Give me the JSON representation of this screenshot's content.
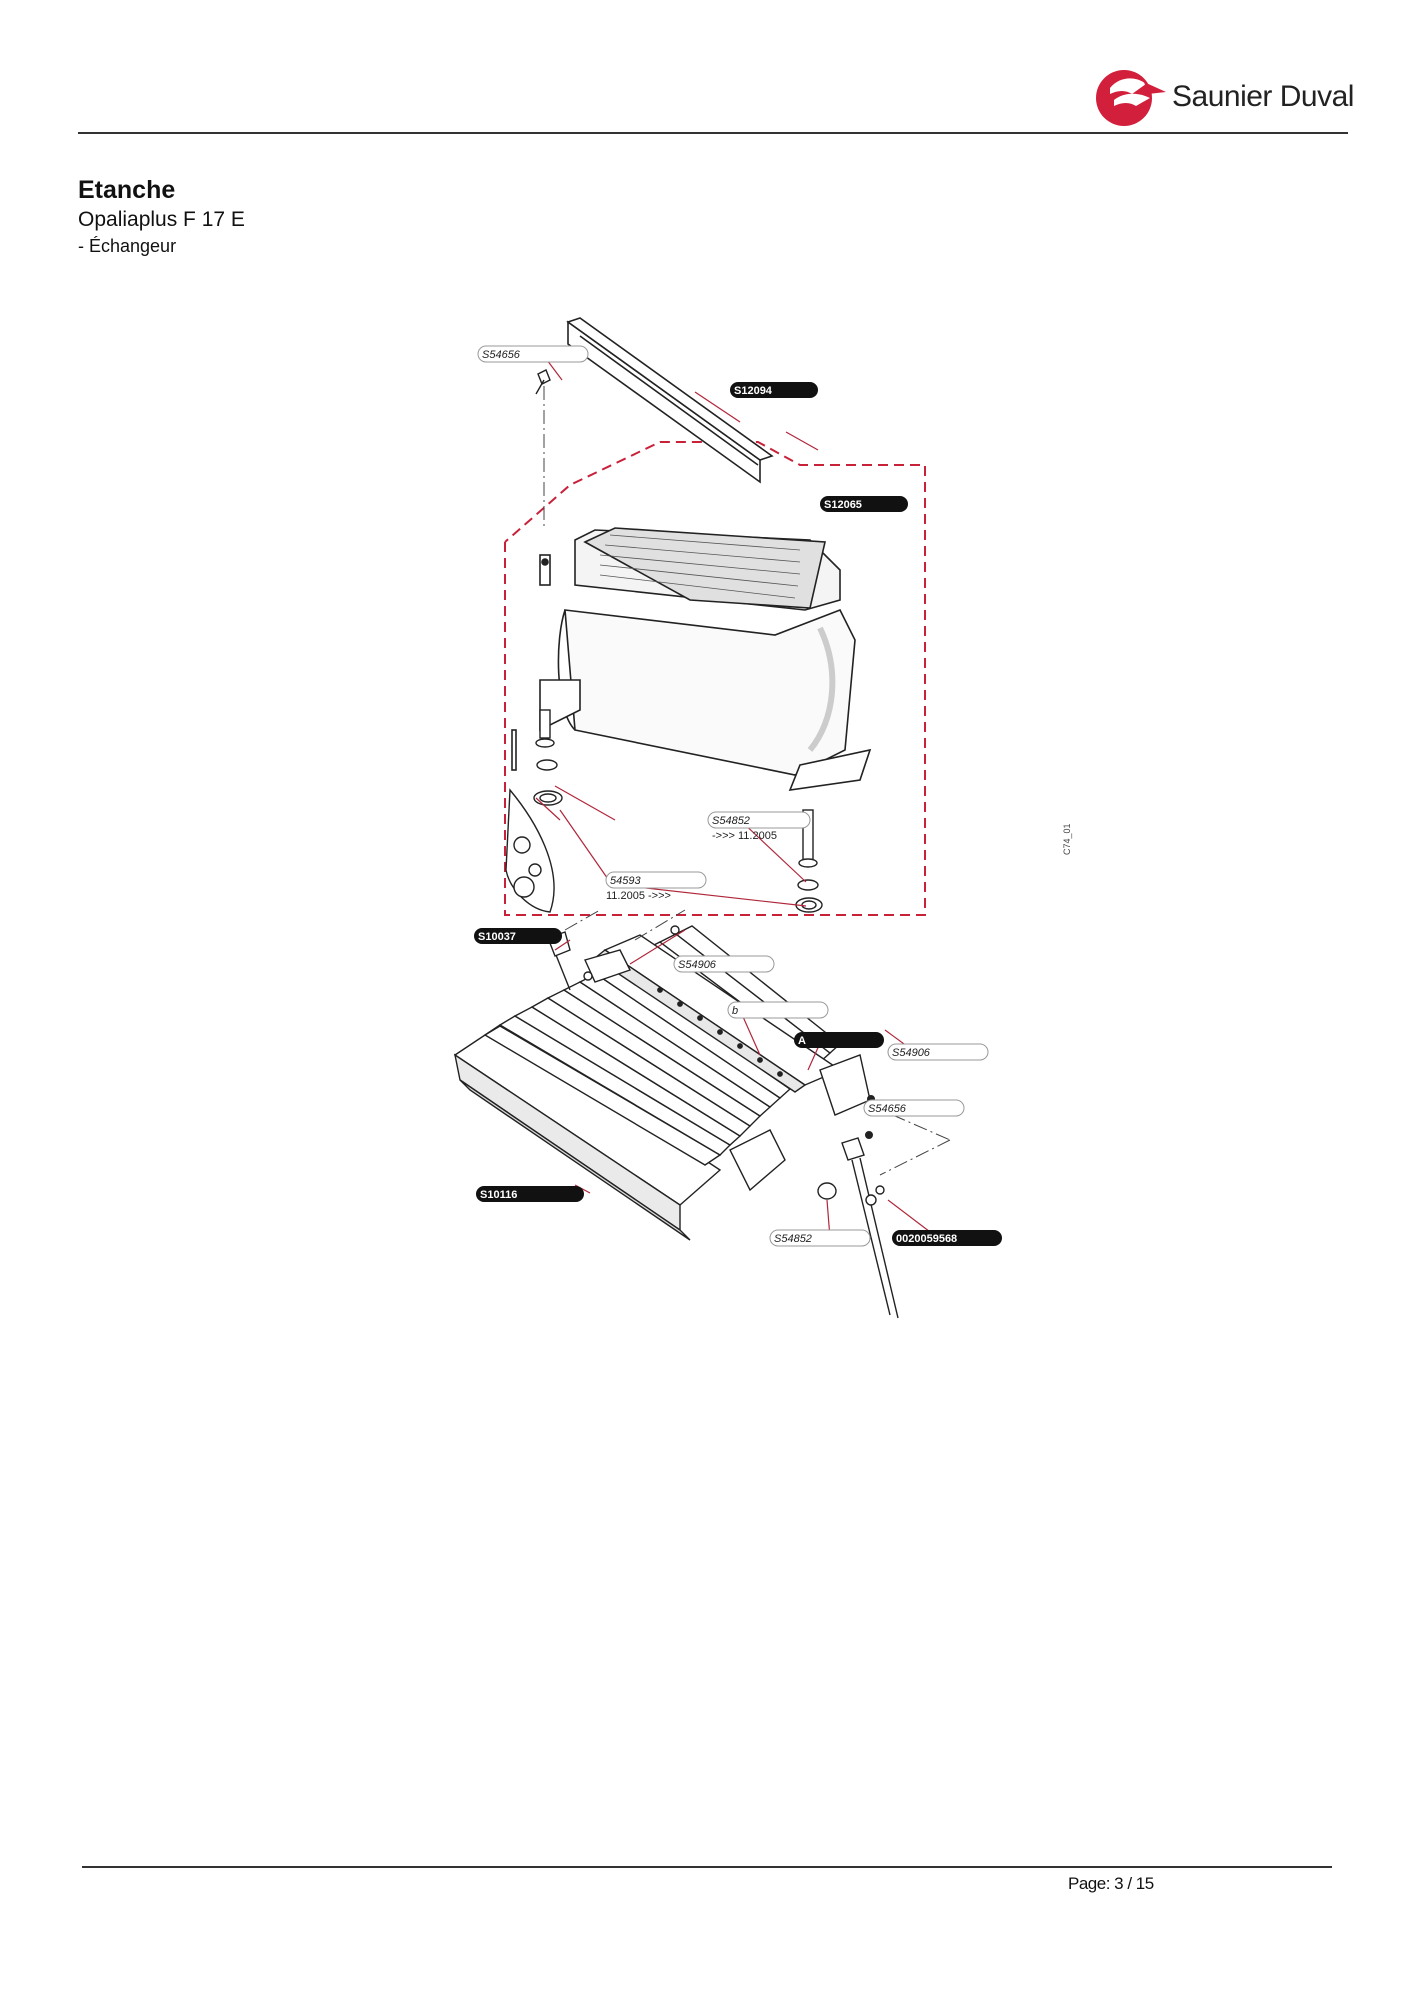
{
  "header": {
    "brand": "Saunier Duval"
  },
  "document": {
    "title": "Etanche",
    "model": "Opaliaplus F 17 E",
    "section": "- Échangeur"
  },
  "diagram": {
    "figure_code": "C74_01",
    "callouts": {
      "c1": "S54656",
      "c2": "S12094",
      "c3": "S12065",
      "c4": "S54852",
      "c4_note": "->>> 11.2005",
      "c5": "54593",
      "c5_note": "11.2005 ->>>",
      "c6": "S10037",
      "c7": "S54906",
      "c8": "b",
      "c9": "A",
      "c10": "S54906",
      "c11": "S54656",
      "c12": "S10116",
      "c13": "S54852",
      "c14": "0020059568"
    }
  },
  "footer": {
    "page": "Page: 3 / 15"
  },
  "colors": {
    "brand_red": "#d21f3c",
    "dashed_frame": "#c8223a",
    "leader": "#b0263a",
    "ink": "#222222"
  }
}
